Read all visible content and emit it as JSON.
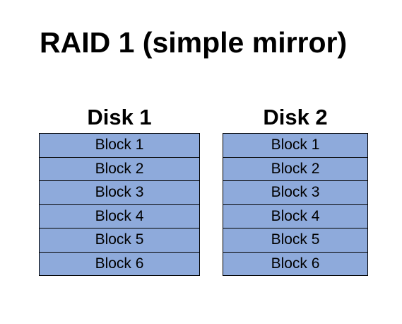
{
  "title": "RAID 1 (simple mirror)",
  "colors": {
    "block_fill": "#8eaadb",
    "block_border": "#000000",
    "text": "#000000",
    "background": "#ffffff"
  },
  "disks": [
    {
      "label": "Disk 1",
      "blocks": [
        "Block 1",
        "Block 2",
        "Block 3",
        "Block 4",
        "Block 5",
        "Block 6"
      ]
    },
    {
      "label": "Disk 2",
      "blocks": [
        "Block 1",
        "Block 2",
        "Block 3",
        "Block 4",
        "Block 5",
        "Block 6"
      ]
    }
  ]
}
